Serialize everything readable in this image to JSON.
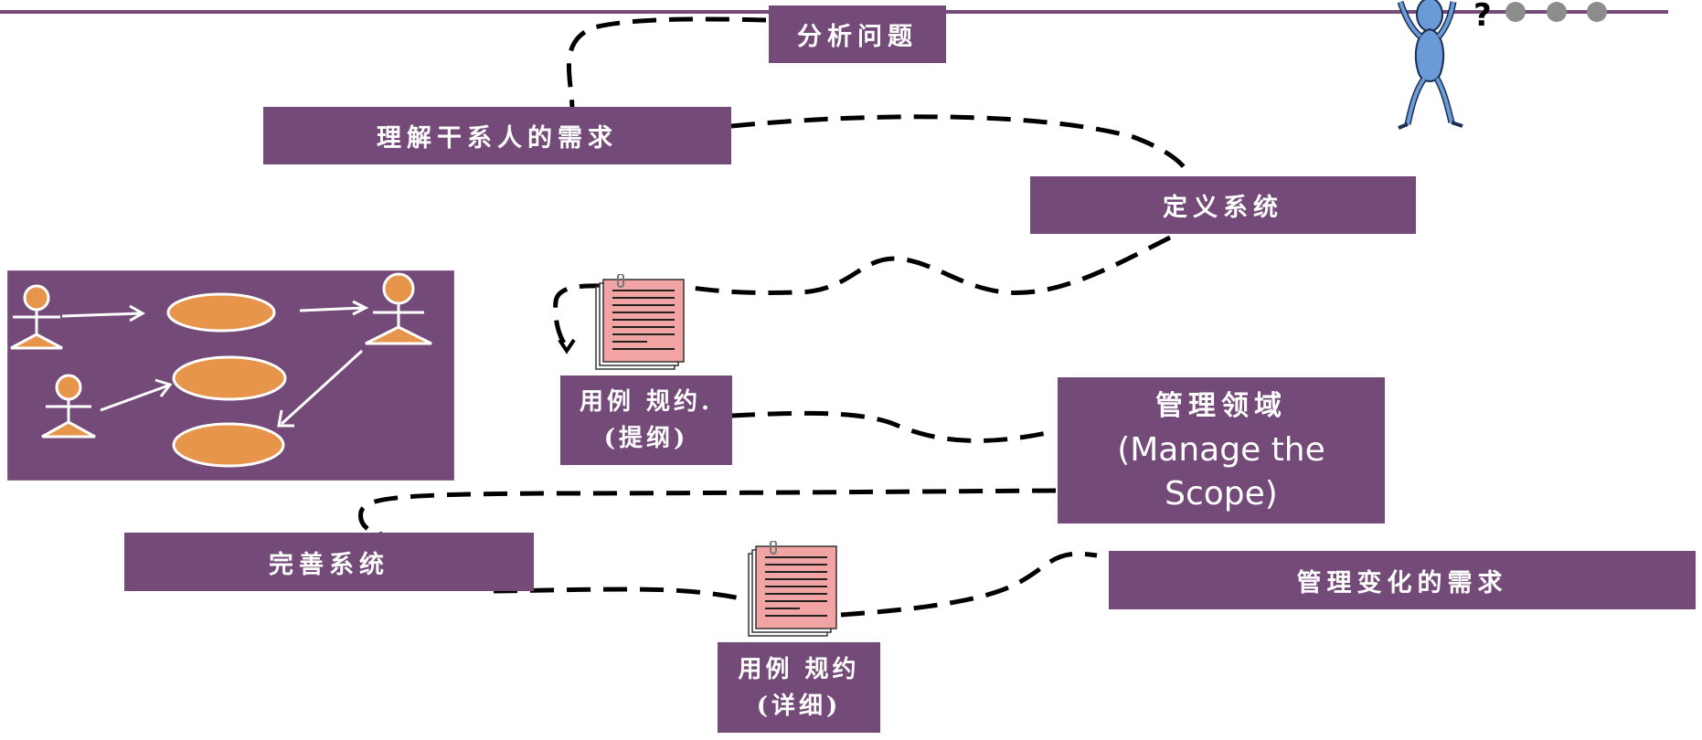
{
  "colors": {
    "box": "#734a78",
    "ellipse": "#e8954c",
    "note": "#f2a3a3",
    "figure": "#6a9bd8"
  },
  "boxes": {
    "analyze": "分析问题",
    "understand": "理解干系人的需求",
    "define": "定义系统",
    "spec_outline": [
      "用例 规约.",
      "(提纲)"
    ],
    "manage_scope": [
      "管理领域",
      "(Manage the",
      "Scope)"
    ],
    "refine": "完善系统",
    "manage_change": "管理变化的需求",
    "spec_detail": [
      "用例 规约",
      "(详细)"
    ]
  },
  "figure": {
    "question_mark": "?"
  },
  "icons": [
    "use-case-diagram-icon",
    "document-icon",
    "stick-figure-icon"
  ]
}
